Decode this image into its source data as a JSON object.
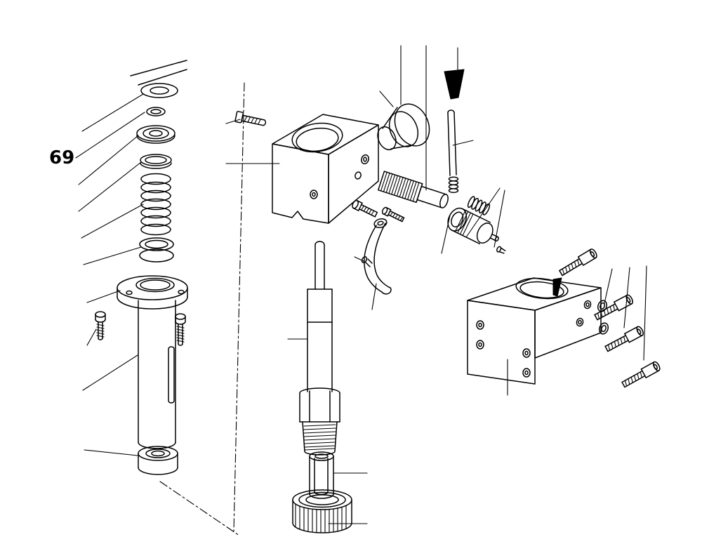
{
  "figure": {
    "label": "69"
  },
  "colors": {
    "line": "#000000",
    "background": "#ffffff"
  },
  "parts": {
    "left_assembly": [
      "washer",
      "retaining-ring",
      "ball-bearing",
      "spacer-ring",
      "coil-spring",
      "seal-rings",
      "flange-plate",
      "quill-cylinder",
      "set-screw-left",
      "set-screw-right",
      "lower-bearing"
    ],
    "center_top_assembly": [
      "cap-screw",
      "gear-housing-block",
      "hub-bell",
      "taper-cone",
      "push-rod",
      "spline-shaft",
      "set-screws",
      "clutch-spring",
      "clutch-gear",
      "lever-arm",
      "pivot-pin"
    ],
    "center_bottom_assembly": [
      "depth-rod",
      "rod-tube",
      "hex-collar",
      "threaded-section",
      "insert-sleeve",
      "knurled-nut"
    ],
    "right_assembly": [
      "clamp-block",
      "washers",
      "socket-head-screws"
    ]
  }
}
